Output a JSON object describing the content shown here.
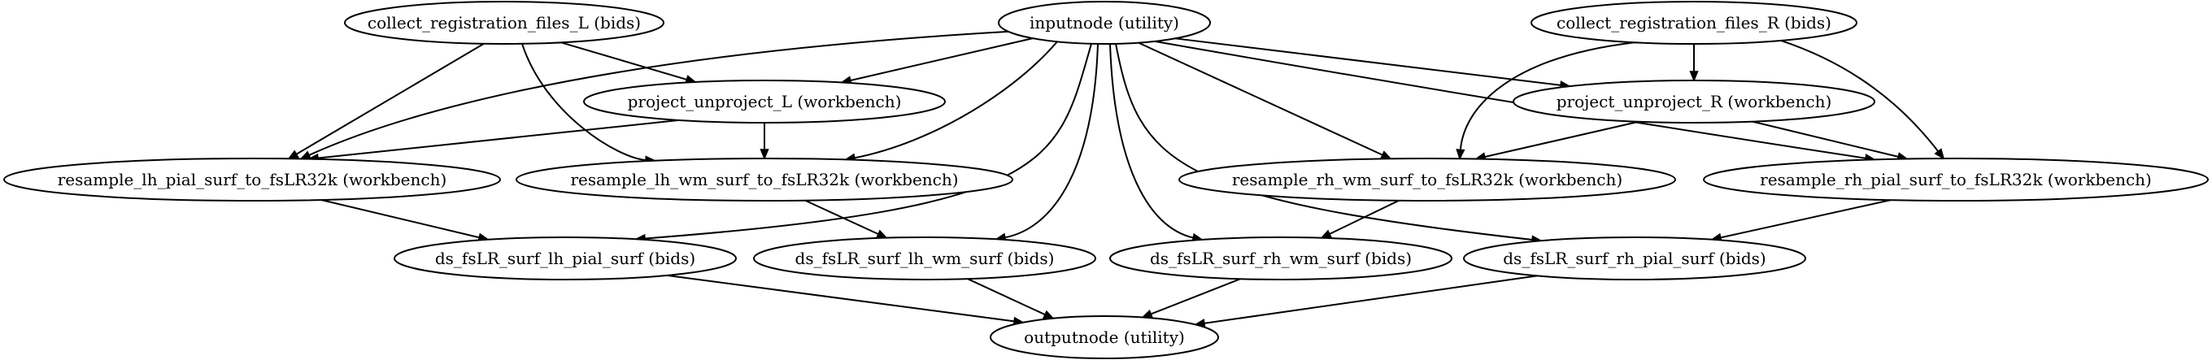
{
  "diagram": {
    "type": "directed-graph",
    "colors": {
      "background": "#ffffff",
      "stroke": "#000000",
      "text": "#000000"
    },
    "nodes": [
      {
        "id": "collect_L",
        "label": "collect_registration_files_L (bids)"
      },
      {
        "id": "inputnode",
        "label": "inputnode (utility)"
      },
      {
        "id": "collect_R",
        "label": "collect_registration_files_R (bids)"
      },
      {
        "id": "proj_L",
        "label": "project_unproject_L (workbench)"
      },
      {
        "id": "proj_R",
        "label": "project_unproject_R (workbench)"
      },
      {
        "id": "res_lh_pial",
        "label": "resample_lh_pial_surf_to_fsLR32k (workbench)"
      },
      {
        "id": "res_lh_wm",
        "label": "resample_lh_wm_surf_to_fsLR32k (workbench)"
      },
      {
        "id": "res_rh_wm",
        "label": "resample_rh_wm_surf_to_fsLR32k (workbench)"
      },
      {
        "id": "res_rh_pial",
        "label": "resample_rh_pial_surf_to_fsLR32k (workbench)"
      },
      {
        "id": "ds_lh_pial",
        "label": "ds_fsLR_surf_lh_pial_surf (bids)"
      },
      {
        "id": "ds_lh_wm",
        "label": "ds_fsLR_surf_lh_wm_surf (bids)"
      },
      {
        "id": "ds_rh_wm",
        "label": "ds_fsLR_surf_rh_wm_surf (bids)"
      },
      {
        "id": "ds_rh_pial",
        "label": "ds_fsLR_surf_rh_pial_surf (bids)"
      },
      {
        "id": "outputnode",
        "label": "outputnode (utility)"
      }
    ],
    "edges": [
      {
        "from": "collect_L",
        "to": "res_lh_pial"
      },
      {
        "from": "collect_L",
        "to": "proj_L"
      },
      {
        "from": "collect_L",
        "to": "res_lh_wm"
      },
      {
        "from": "inputnode",
        "to": "res_lh_pial"
      },
      {
        "from": "inputnode",
        "to": "proj_L"
      },
      {
        "from": "inputnode",
        "to": "res_lh_wm"
      },
      {
        "from": "inputnode",
        "to": "ds_lh_pial"
      },
      {
        "from": "inputnode",
        "to": "ds_lh_wm"
      },
      {
        "from": "inputnode",
        "to": "ds_rh_wm"
      },
      {
        "from": "inputnode",
        "to": "ds_rh_pial"
      },
      {
        "from": "inputnode",
        "to": "res_rh_wm"
      },
      {
        "from": "inputnode",
        "to": "proj_R"
      },
      {
        "from": "inputnode",
        "to": "res_rh_pial"
      },
      {
        "from": "collect_R",
        "to": "proj_R"
      },
      {
        "from": "collect_R",
        "to": "res_rh_wm"
      },
      {
        "from": "collect_R",
        "to": "res_rh_pial"
      },
      {
        "from": "proj_L",
        "to": "res_lh_pial"
      },
      {
        "from": "proj_L",
        "to": "res_lh_wm"
      },
      {
        "from": "proj_R",
        "to": "res_rh_wm"
      },
      {
        "from": "proj_R",
        "to": "res_rh_pial"
      },
      {
        "from": "res_lh_pial",
        "to": "ds_lh_pial"
      },
      {
        "from": "res_lh_wm",
        "to": "ds_lh_wm"
      },
      {
        "from": "res_rh_wm",
        "to": "ds_rh_wm"
      },
      {
        "from": "res_rh_pial",
        "to": "ds_rh_pial"
      },
      {
        "from": "ds_lh_pial",
        "to": "outputnode"
      },
      {
        "from": "ds_lh_wm",
        "to": "outputnode"
      },
      {
        "from": "ds_rh_wm",
        "to": "outputnode"
      },
      {
        "from": "ds_rh_pial",
        "to": "outputnode"
      }
    ]
  }
}
